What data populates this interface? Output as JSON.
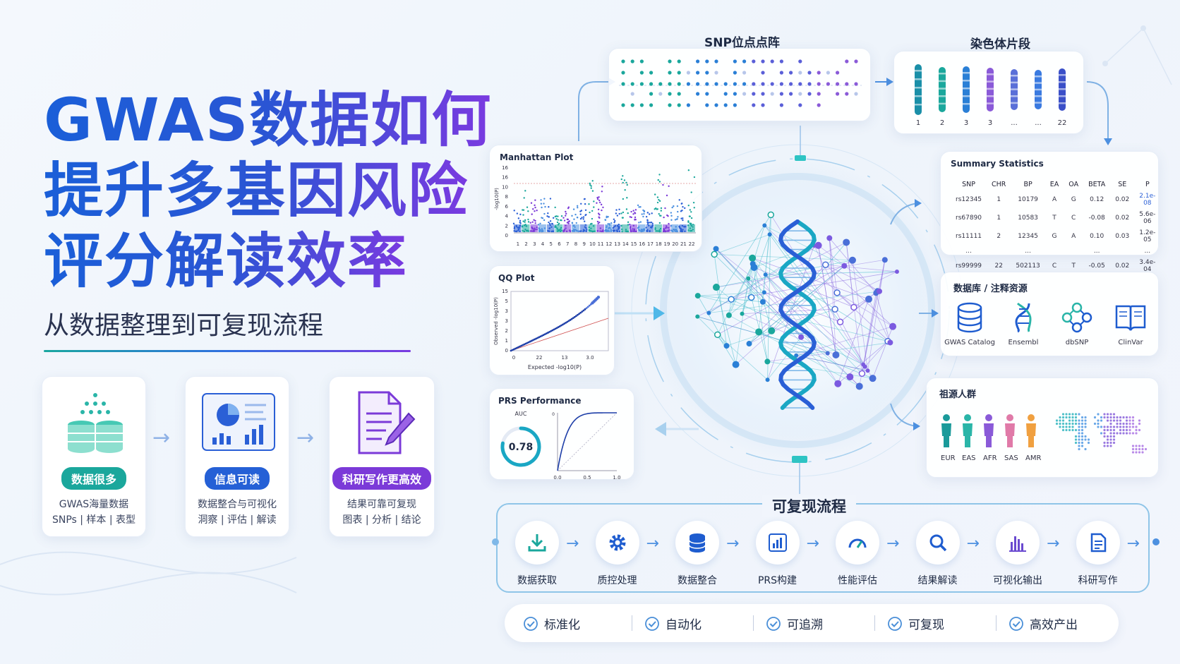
{
  "headline": {
    "line1": "GWAS数据如何",
    "line2": "提升多基因风险",
    "line3": "评分解读效率",
    "subtitle": "从数据整理到可复现流程"
  },
  "features": [
    {
      "badge": "数据很多",
      "line1": "GWAS海量数据",
      "line2": "SNPs | 样本 | 表型",
      "color": "#1aa79c"
    },
    {
      "badge": "信息可读",
      "line1": "数据整合与可视化",
      "line2": "洞察 | 评估 | 解读",
      "color": "#2560d6"
    },
    {
      "badge": "科研写作更高效",
      "line1": "结果可靠可复现",
      "line2": "图表 | 分析 | 结论",
      "color": "#7b3ad8"
    }
  ],
  "snp_panel": {
    "title": "SNP位点点阵"
  },
  "chrom_panel": {
    "title": "染色体片段",
    "labels": [
      "1",
      "2",
      "3",
      "3",
      "...",
      "...",
      "22"
    ]
  },
  "manhattan": {
    "title": "Manhattan Plot",
    "ylabel": "-log10(P)",
    "yticks": [
      "16",
      "16",
      "10",
      "8",
      "6",
      "4",
      "2",
      "0"
    ],
    "xticks": [
      "1",
      "2",
      "3",
      "4",
      "5",
      "6",
      "7",
      "8",
      "9",
      "10",
      "11",
      "12",
      "13",
      "14",
      "15",
      "16",
      "17",
      "18",
      "19",
      "20",
      "21",
      "22"
    ]
  },
  "qq": {
    "title": "QQ Plot",
    "ylabel": "Observed -log10(P)",
    "xlabel": "Expected -log10(P)",
    "yticks": [
      "15",
      "5",
      "3",
      "3",
      "2",
      "1",
      "0"
    ],
    "xticks": [
      "0",
      "22",
      "13",
      "3.0"
    ]
  },
  "prs": {
    "title": "PRS Performance",
    "auc_label": "AUC",
    "auc_value": "0.78",
    "auc_fraction": 0.78,
    "xticks": [
      "0.0",
      "0.5",
      "1.0"
    ],
    "ytop": "0"
  },
  "summary": {
    "title": "Summary Statistics",
    "headers": [
      "SNP",
      "CHR",
      "BP",
      "EA",
      "OA",
      "BETA",
      "SE",
      "P"
    ],
    "rows": [
      [
        "rs12345",
        "1",
        "10179",
        "A",
        "G",
        "0.12",
        "0.02",
        "2.1e-08"
      ],
      [
        "rs67890",
        "1",
        "10583",
        "T",
        "C",
        "-0.08",
        "0.02",
        "5.6e-06"
      ],
      [
        "rs11111",
        "2",
        "12345",
        "G",
        "A",
        "0.10",
        "0.03",
        "1.2e-05"
      ],
      [
        "...",
        "",
        "...",
        "",
        "",
        "...",
        "",
        "..."
      ],
      [
        "rs99999",
        "22",
        "502113",
        "C",
        "T",
        "-0.05",
        "0.02",
        "3.4e-04"
      ]
    ]
  },
  "databases": {
    "title": "数据库 / 注释资源",
    "items": [
      {
        "label": "GWAS Catalog",
        "icon": "database-icon"
      },
      {
        "label": "Ensembl",
        "icon": "dna-icon"
      },
      {
        "label": "dbSNP",
        "icon": "network-icon"
      },
      {
        "label": "ClinVar",
        "icon": "book-icon"
      }
    ]
  },
  "ancestry": {
    "title": "祖源人群",
    "groups": [
      {
        "label": "EUR",
        "color": "#1a9a9a"
      },
      {
        "label": "EAS",
        "color": "#2ab5a8"
      },
      {
        "label": "AFR",
        "color": "#8a5ad8"
      },
      {
        "label": "SAS",
        "color": "#e07aa8"
      },
      {
        "label": "AMR",
        "color": "#f0a040"
      }
    ]
  },
  "workflow": {
    "title": "可复现流程",
    "steps": [
      {
        "label": "数据获取",
        "icon": "download-icon"
      },
      {
        "label": "质控处理",
        "icon": "gear-icon"
      },
      {
        "label": "数据整合",
        "icon": "database-icon"
      },
      {
        "label": "PRS构建",
        "icon": "bar-chart-icon"
      },
      {
        "label": "性能评估",
        "icon": "gauge-icon"
      },
      {
        "label": "结果解读",
        "icon": "search-icon"
      },
      {
        "label": "可视化输出",
        "icon": "chart-bars-icon"
      },
      {
        "label": "科研写作",
        "icon": "document-icon"
      }
    ]
  },
  "tags": [
    "标准化",
    "自动化",
    "可追溯",
    "可复现",
    "高效产出"
  ],
  "colors": {
    "teal": "#1aa79c",
    "blue": "#2560d6",
    "purple": "#7b3ad8"
  }
}
